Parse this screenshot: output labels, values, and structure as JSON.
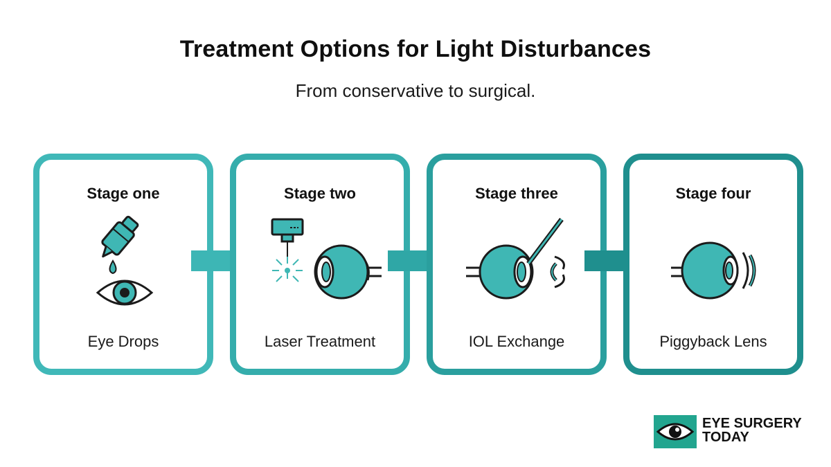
{
  "header": {
    "title": "Treatment Options for Light Disturbances",
    "subtitle": "From conservative to surgical."
  },
  "stages": [
    {
      "label": "Stage one",
      "caption": "Eye Drops",
      "icon": "eye-drops-icon",
      "border_color": "#40b8b8"
    },
    {
      "label": "Stage two",
      "caption": "Laser Treatment",
      "icon": "laser-eye-icon",
      "border_color": "#35adac"
    },
    {
      "label": "Stage three",
      "caption": "IOL Exchange",
      "icon": "iol-exchange-icon",
      "border_color": "#2a9f9e"
    },
    {
      "label": "Stage four",
      "caption": "Piggyback Lens",
      "icon": "piggyback-lens-icon",
      "border_color": "#1f8f8e"
    }
  ],
  "arrows": [
    {
      "icon": "arrow-right-icon",
      "color": "#3db6b5"
    },
    {
      "icon": "arrow-right-icon",
      "color": "#2fa7a6"
    },
    {
      "icon": "arrow-right-icon",
      "color": "#1f8f8e"
    }
  ],
  "brand": {
    "line1": "EYE SURGERY",
    "line2": "TODAY",
    "logo_icon": "eye-logo-icon",
    "logo_color": "#22a58f"
  },
  "colors": {
    "teal_fill": "#3fb7b4",
    "outline": "#1b1b1b"
  }
}
